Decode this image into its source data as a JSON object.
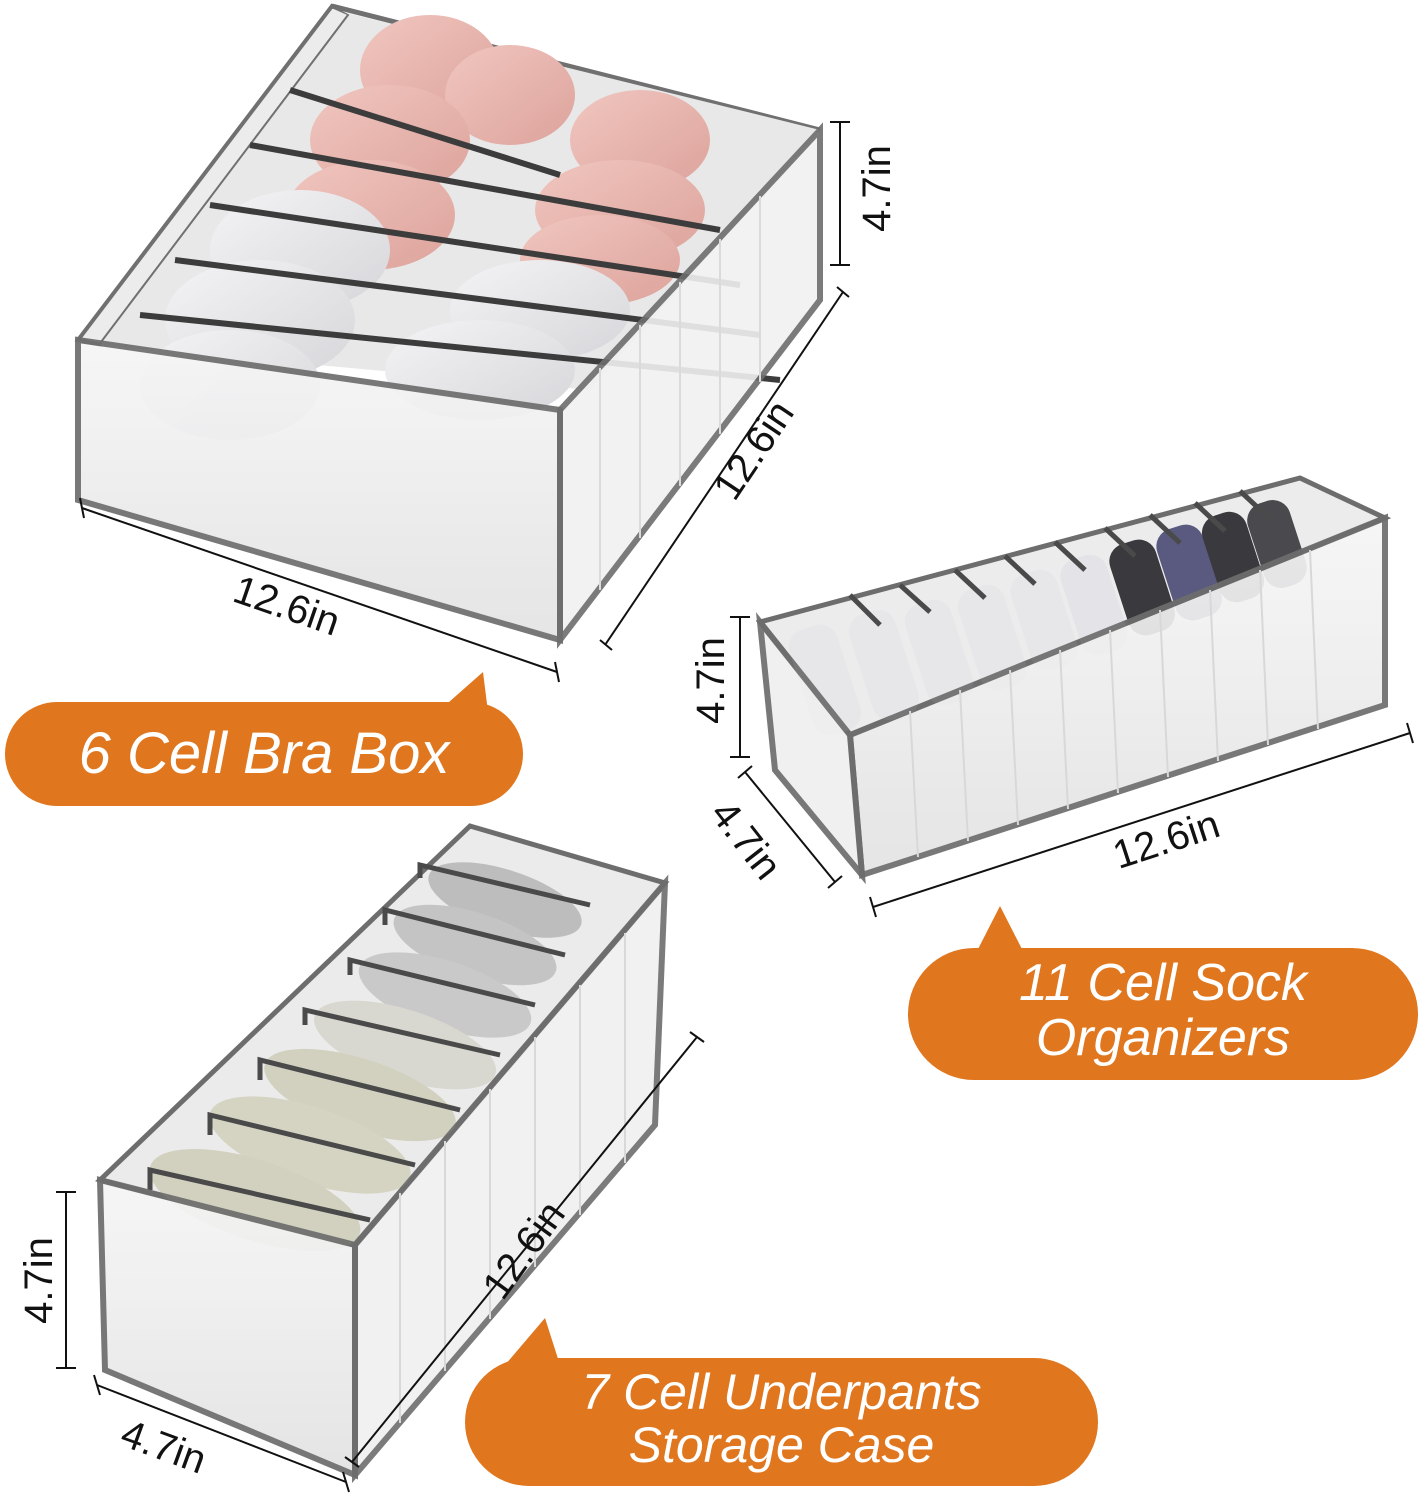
{
  "colors": {
    "accent_orange": "#E0761E",
    "frame_gray": "#6d6d6d",
    "mesh_light": "#eeeeee",
    "bra_pink": "#e8b4ad",
    "bra_white": "#e6e6e8",
    "sock_dark": "#3a3a3e",
    "underpants_green": "#d2d1bf"
  },
  "products": {
    "bra_box": {
      "label": "6 Cell Bra Box",
      "width": "12.6in",
      "depth": "12.6in",
      "height": "4.7in"
    },
    "sock_organizer": {
      "label_line1": "11 Cell Sock",
      "label_line2": "Organizers",
      "length": "12.6in",
      "width": "4.7in",
      "height": "4.7in"
    },
    "underpants_case": {
      "label_line1": "7 Cell Underpants",
      "label_line2": "Storage Case",
      "length": "12.6in",
      "width": "4.7in",
      "height": "4.7in"
    }
  }
}
